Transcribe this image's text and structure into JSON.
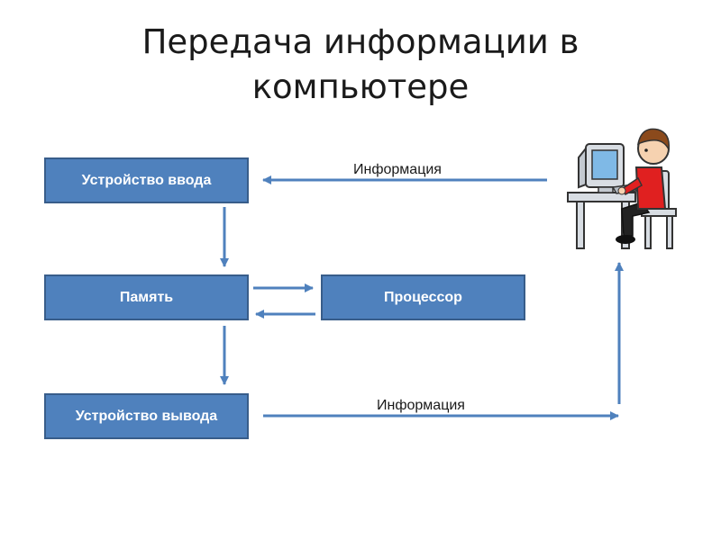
{
  "title": "Передача информации в\nкомпьютере",
  "nodes": {
    "input": "Устройство ввода",
    "memory": "Память",
    "processor": "Процессор",
    "output": "Устройство вывода"
  },
  "edge_labels": {
    "to_input": "Информация",
    "from_output": "Информация"
  },
  "icons": {
    "user": "person-at-computer-icon"
  },
  "colors": {
    "box_fill": "#4f81bd",
    "box_border": "#385d8a",
    "arrow": "#4f81bd",
    "text": "#1a1a1a"
  }
}
